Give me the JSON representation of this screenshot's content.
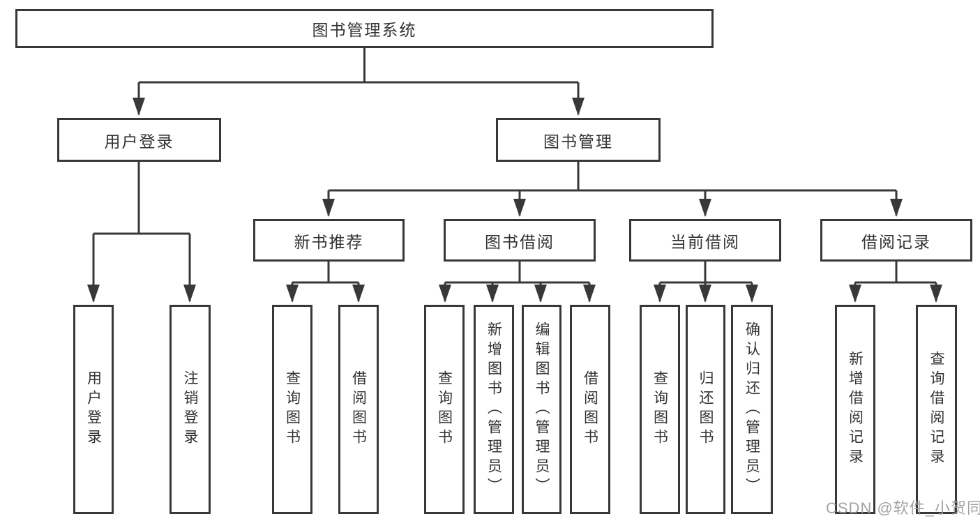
{
  "tree": {
    "root": {
      "label": "图书管理系统"
    },
    "branches": [
      {
        "label": "用户登录",
        "children": [
          {
            "label": "用户登录"
          },
          {
            "label": "注销登录"
          }
        ]
      },
      {
        "label": "图书管理",
        "children": [
          {
            "label": "新书推荐",
            "children": [
              {
                "label": "查询图书"
              },
              {
                "label": "借阅图书"
              }
            ]
          },
          {
            "label": "图书借阅",
            "children": [
              {
                "label": "查询图书"
              },
              {
                "label": "新增图书（管理员）"
              },
              {
                "label": "编辑图书（管理员）"
              },
              {
                "label": "借阅图书"
              }
            ]
          },
          {
            "label": "当前借阅",
            "children": [
              {
                "label": "查询图书"
              },
              {
                "label": "归还图书"
              },
              {
                "label": "确认归还（管理员）"
              }
            ]
          },
          {
            "label": "借阅记录",
            "children": [
              {
                "label": "新增借阅记录"
              },
              {
                "label": "查询借阅记录"
              }
            ]
          }
        ]
      }
    ]
  },
  "watermark": {
    "text": "CSDN @软件_小贺同学"
  },
  "colors": {
    "line": "#383838",
    "box_border": "#383838",
    "text": "#333333",
    "background": "#ffffff",
    "watermark": "#9b9b9b"
  }
}
